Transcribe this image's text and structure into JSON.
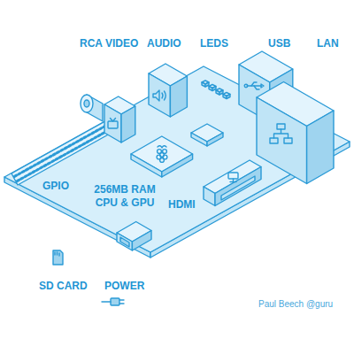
{
  "diagram": {
    "labels": [
      "RCA VIDEO",
      "AUDIO",
      "LEDS",
      "USB",
      "LAN",
      "GPIO",
      "256MB RAM CPU & GPU",
      "HDMI",
      "SD CARD",
      "POWER",
      "Paul Beech @guru"
    ]
  }
}
